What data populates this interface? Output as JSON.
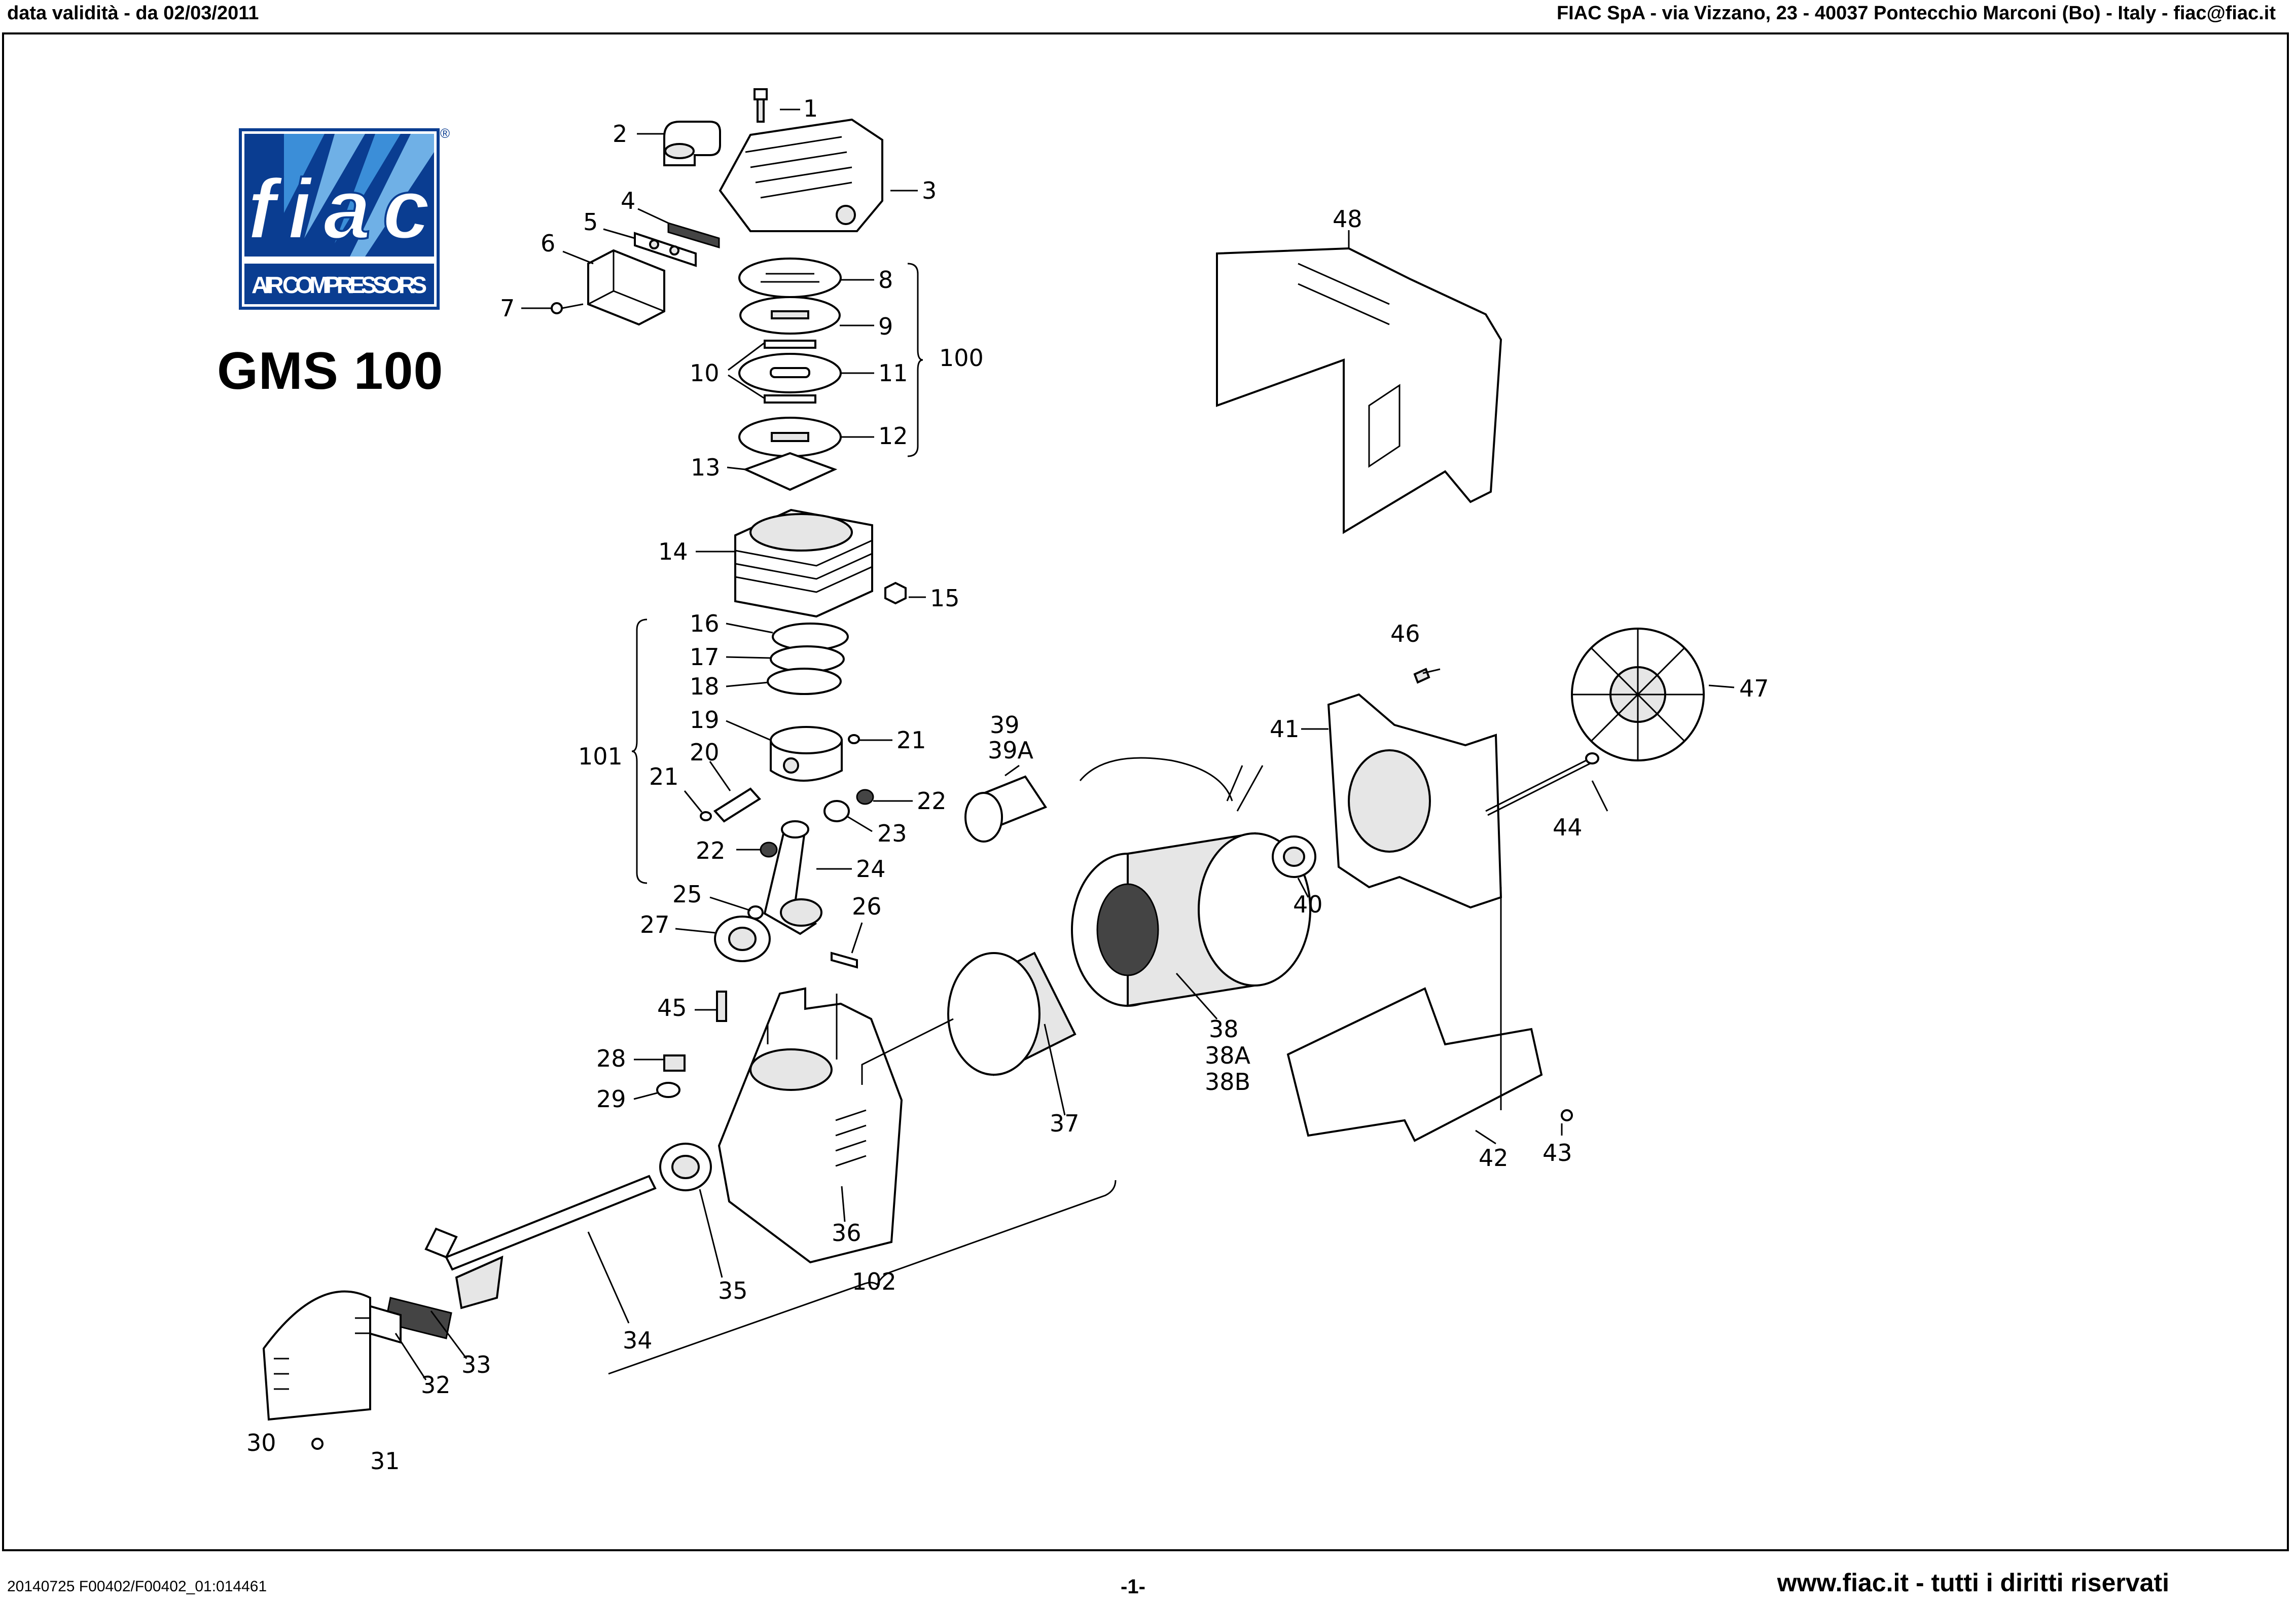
{
  "header": {
    "validity": "data validità - da 02/03/2011",
    "company": "FIAC SpA - via Vizzano, 23 - 40037 Pontecchio Marconi (Bo) - Italy - fiac@fiac.it"
  },
  "logo": {
    "brand": "fiac",
    "tagline": "AIR COMPRESSORS",
    "registered": "®",
    "colors": {
      "blue": "#0a3d91",
      "light_blue": "#3b8ed8",
      "white": "#ffffff"
    }
  },
  "model": "GMS 100",
  "callouts": {
    "c1": "1",
    "c2": "2",
    "c3": "3",
    "c4": "4",
    "c5": "5",
    "c6": "6",
    "c7": "7",
    "c8": "8",
    "c9": "9",
    "c10": "10",
    "c11": "11",
    "c12": "12",
    "c13": "13",
    "c14": "14",
    "c15": "15",
    "c16": "16",
    "c17": "17",
    "c18": "18",
    "c19": "19",
    "c20": "20",
    "c21a": "21",
    "c21b": "21",
    "c22a": "22",
    "c22b": "22",
    "c23": "23",
    "c24": "24",
    "c25": "25",
    "c26": "26",
    "c27": "27",
    "c28": "28",
    "c29": "29",
    "c30": "30",
    "c31": "31",
    "c32": "32",
    "c33": "33",
    "c34": "34",
    "c35": "35",
    "c36": "36",
    "c37": "37",
    "c38": "38",
    "c38a": "38A",
    "c38b": "38B",
    "c39": "39",
    "c39a": "39A",
    "c40": "40",
    "c41": "41",
    "c42": "42",
    "c43": "43",
    "c44": "44",
    "c45": "45",
    "c46": "46",
    "c47": "47",
    "c48": "48",
    "c100": "100",
    "c101": "101",
    "c102": "102"
  },
  "footer": {
    "doc_code": "20140725 F00402/F00402_01:014461",
    "page": "-1-",
    "rights": "www.fiac.it - tutti i diritti riservati"
  }
}
